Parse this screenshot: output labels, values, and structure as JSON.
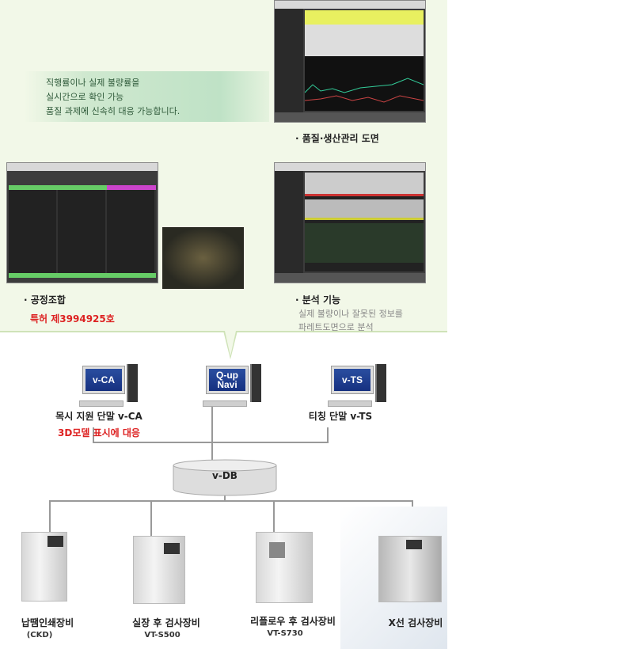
{
  "banner": {
    "lines": [
      "직행률이나 실제 불량률을",
      "실시간으로 확인 가능",
      "품질 과제에 신속히 대응 가능합니다."
    ]
  },
  "screens": {
    "quality": {
      "caption": "· 품질·생산관리 도면"
    },
    "process": {
      "caption": "· 공정조합",
      "patent": "특허 제3994925호"
    },
    "analysis": {
      "caption": "· 분석 기능",
      "desc": [
        "실제 불량이나 잘못된 정보를",
        "파레트도면으로 분석"
      ]
    }
  },
  "terminals": {
    "vca": {
      "screen": "v-CA",
      "label": "목시 지원 단말 v-CA",
      "note": "3D모델 표시에 대응"
    },
    "qup": {
      "screen_line1": "Q-up",
      "screen_line2": "Navi"
    },
    "vts": {
      "screen": "v-TS",
      "label": "티칭 단말 v-TS"
    }
  },
  "database": {
    "label": "v-DB"
  },
  "machines": [
    {
      "label": "납땜인쇄장비",
      "sub": "(CKD)"
    },
    {
      "label": "실장 후 검사장비",
      "sub": "VT-S500"
    },
    {
      "label": "리플로우 후 검사장비",
      "sub": "VT-S730"
    },
    {
      "label": "X선 검사장비",
      "sub": ""
    }
  ]
}
